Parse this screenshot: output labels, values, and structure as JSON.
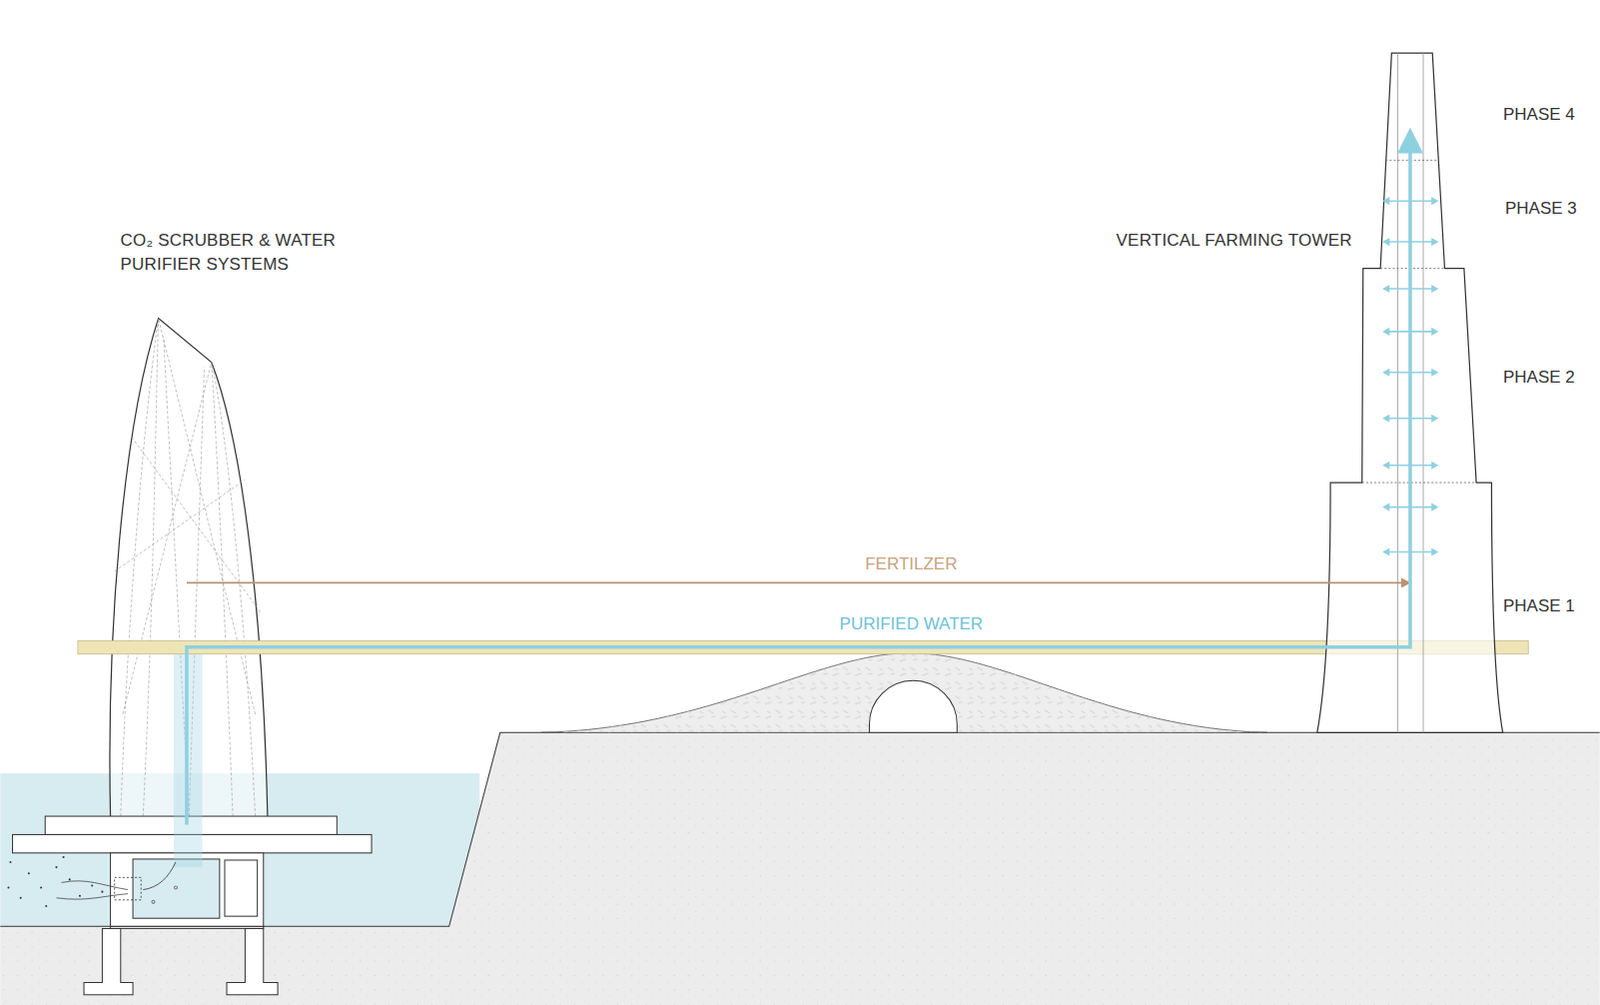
{
  "diagram": {
    "nodes": [
      {
        "text": [
          "CO₂ SCRUBBER & WATER PURIFIER SYSTEMS"
        ]
      },
      {
        "text": [
          "VERTICAL FARMING TOWER"
        ]
      }
    ],
    "edges": [
      {
        "from": 0,
        "to": 1,
        "arrow": "to",
        "label": "FERTILZER"
      },
      {
        "from": 0,
        "to": 1,
        "arrow": "to",
        "label": "PURIFIED WATER"
      }
    ],
    "labels": [
      "PHASE 4",
      "PHASE 3",
      "PHASE 2",
      "PHASE 1"
    ]
  }
}
